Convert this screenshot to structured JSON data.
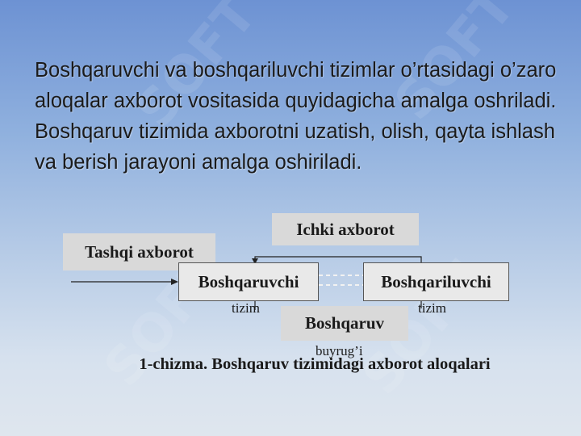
{
  "slide": {
    "paragraph": "Boshqaruvchi va boshqariluvchi tizimlar o’rtasidagi o’zaro aloqalar axborot vositasida quyidagicha amalga oshriladi. Boshqaruv tizimida axborotni uzatish, olish, qayta ishlash va berish jarayoni amalga oshiriladi.",
    "watermark": "SOFT"
  },
  "diagram": {
    "internal_info": "Ichki axborot",
    "external_info": "Tashqi axborot",
    "controller": "Boshqaruvchi",
    "controlled": "Boshqariluvchi",
    "controller_sub": "tizim",
    "controlled_sub": "tizim",
    "command": "Boshqaruv",
    "command_sub": "buyrug’i",
    "caption": "1-chizma. Boshqaruv tizimidagi axborot aloqalari"
  },
  "colors": {
    "background_top": "#6d92d3",
    "background_bottom": "#dfe6ee",
    "box_gray": "#d9d9d9"
  }
}
